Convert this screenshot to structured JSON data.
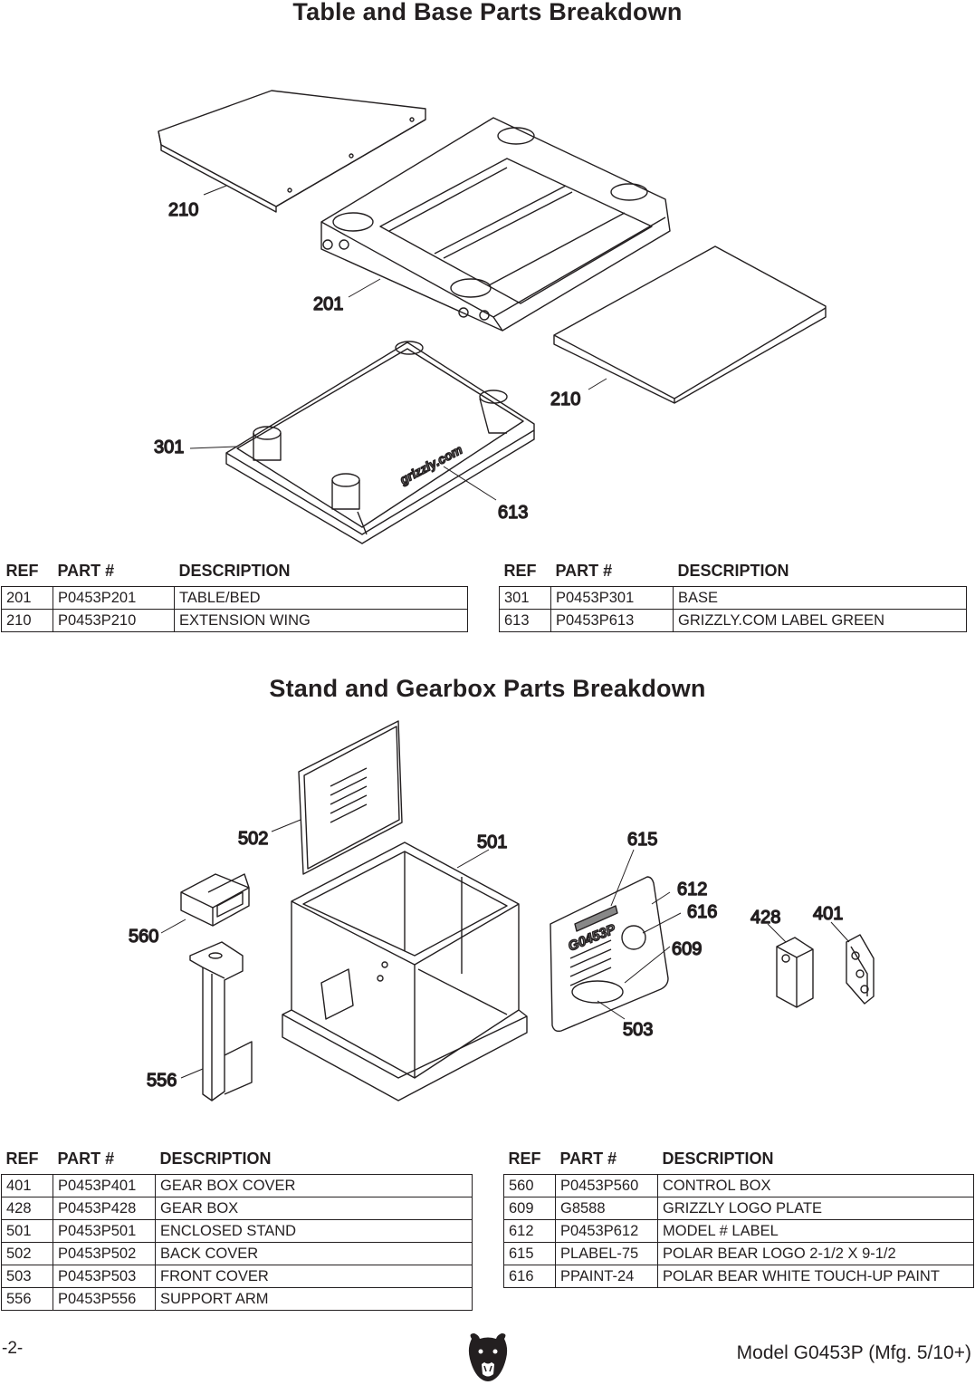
{
  "section1": {
    "title": "Table and Base Parts Breakdown",
    "callouts": [
      "210",
      "201",
      "210",
      "301",
      "613"
    ],
    "label_text": "grizzly.com",
    "table_headers": {
      "ref": "REF",
      "part": "PART #",
      "desc": "DESCRIPTION"
    },
    "left_rows": [
      {
        "ref": "201",
        "part": "P0453P201",
        "desc": "TABLE/BED"
      },
      {
        "ref": "210",
        "part": "P0453P210",
        "desc": "EXTENSION WING"
      }
    ],
    "right_rows": [
      {
        "ref": "301",
        "part": "P0453P301",
        "desc": "BASE"
      },
      {
        "ref": "613",
        "part": "P0453P613",
        "desc": "GRIZZLY.COM LABEL GREEN"
      }
    ]
  },
  "section2": {
    "title": "Stand and Gearbox Parts Breakdown",
    "callouts": [
      "502",
      "501",
      "615",
      "612",
      "616",
      "428",
      "401",
      "560",
      "609",
      "503",
      "556"
    ],
    "plate_text": "G0453P",
    "table_headers": {
      "ref": "REF",
      "part": "PART #",
      "desc": "DESCRIPTION"
    },
    "left_rows": [
      {
        "ref": "401",
        "part": "P0453P401",
        "desc": "GEAR BOX COVER"
      },
      {
        "ref": "428",
        "part": "P0453P428",
        "desc": "GEAR BOX"
      },
      {
        "ref": "501",
        "part": "P0453P501",
        "desc": "ENCLOSED STAND"
      },
      {
        "ref": "502",
        "part": "P0453P502",
        "desc": "BACK COVER"
      },
      {
        "ref": "503",
        "part": "P0453P503",
        "desc": "FRONT COVER"
      },
      {
        "ref": "556",
        "part": "P0453P556",
        "desc": "SUPPORT ARM"
      }
    ],
    "right_rows": [
      {
        "ref": "560",
        "part": "P0453P560",
        "desc": "CONTROL BOX"
      },
      {
        "ref": "609",
        "part": "G8588",
        "desc": "GRIZZLY LOGO PLATE"
      },
      {
        "ref": "612",
        "part": "P0453P612",
        "desc": "MODEL # LABEL"
      },
      {
        "ref": "615",
        "part": "PLABEL-75",
        "desc": "POLAR BEAR LOGO 2-1/2 X 9-1/2"
      },
      {
        "ref": "616",
        "part": "PPAINT-24",
        "desc": "POLAR BEAR WHITE TOUCH-UP PAINT"
      }
    ]
  },
  "footer": {
    "page": "-2-",
    "model": "Model G0453P (Mfg. 5/10+)"
  },
  "logo_icon": "grizzly-bear-head-icon"
}
